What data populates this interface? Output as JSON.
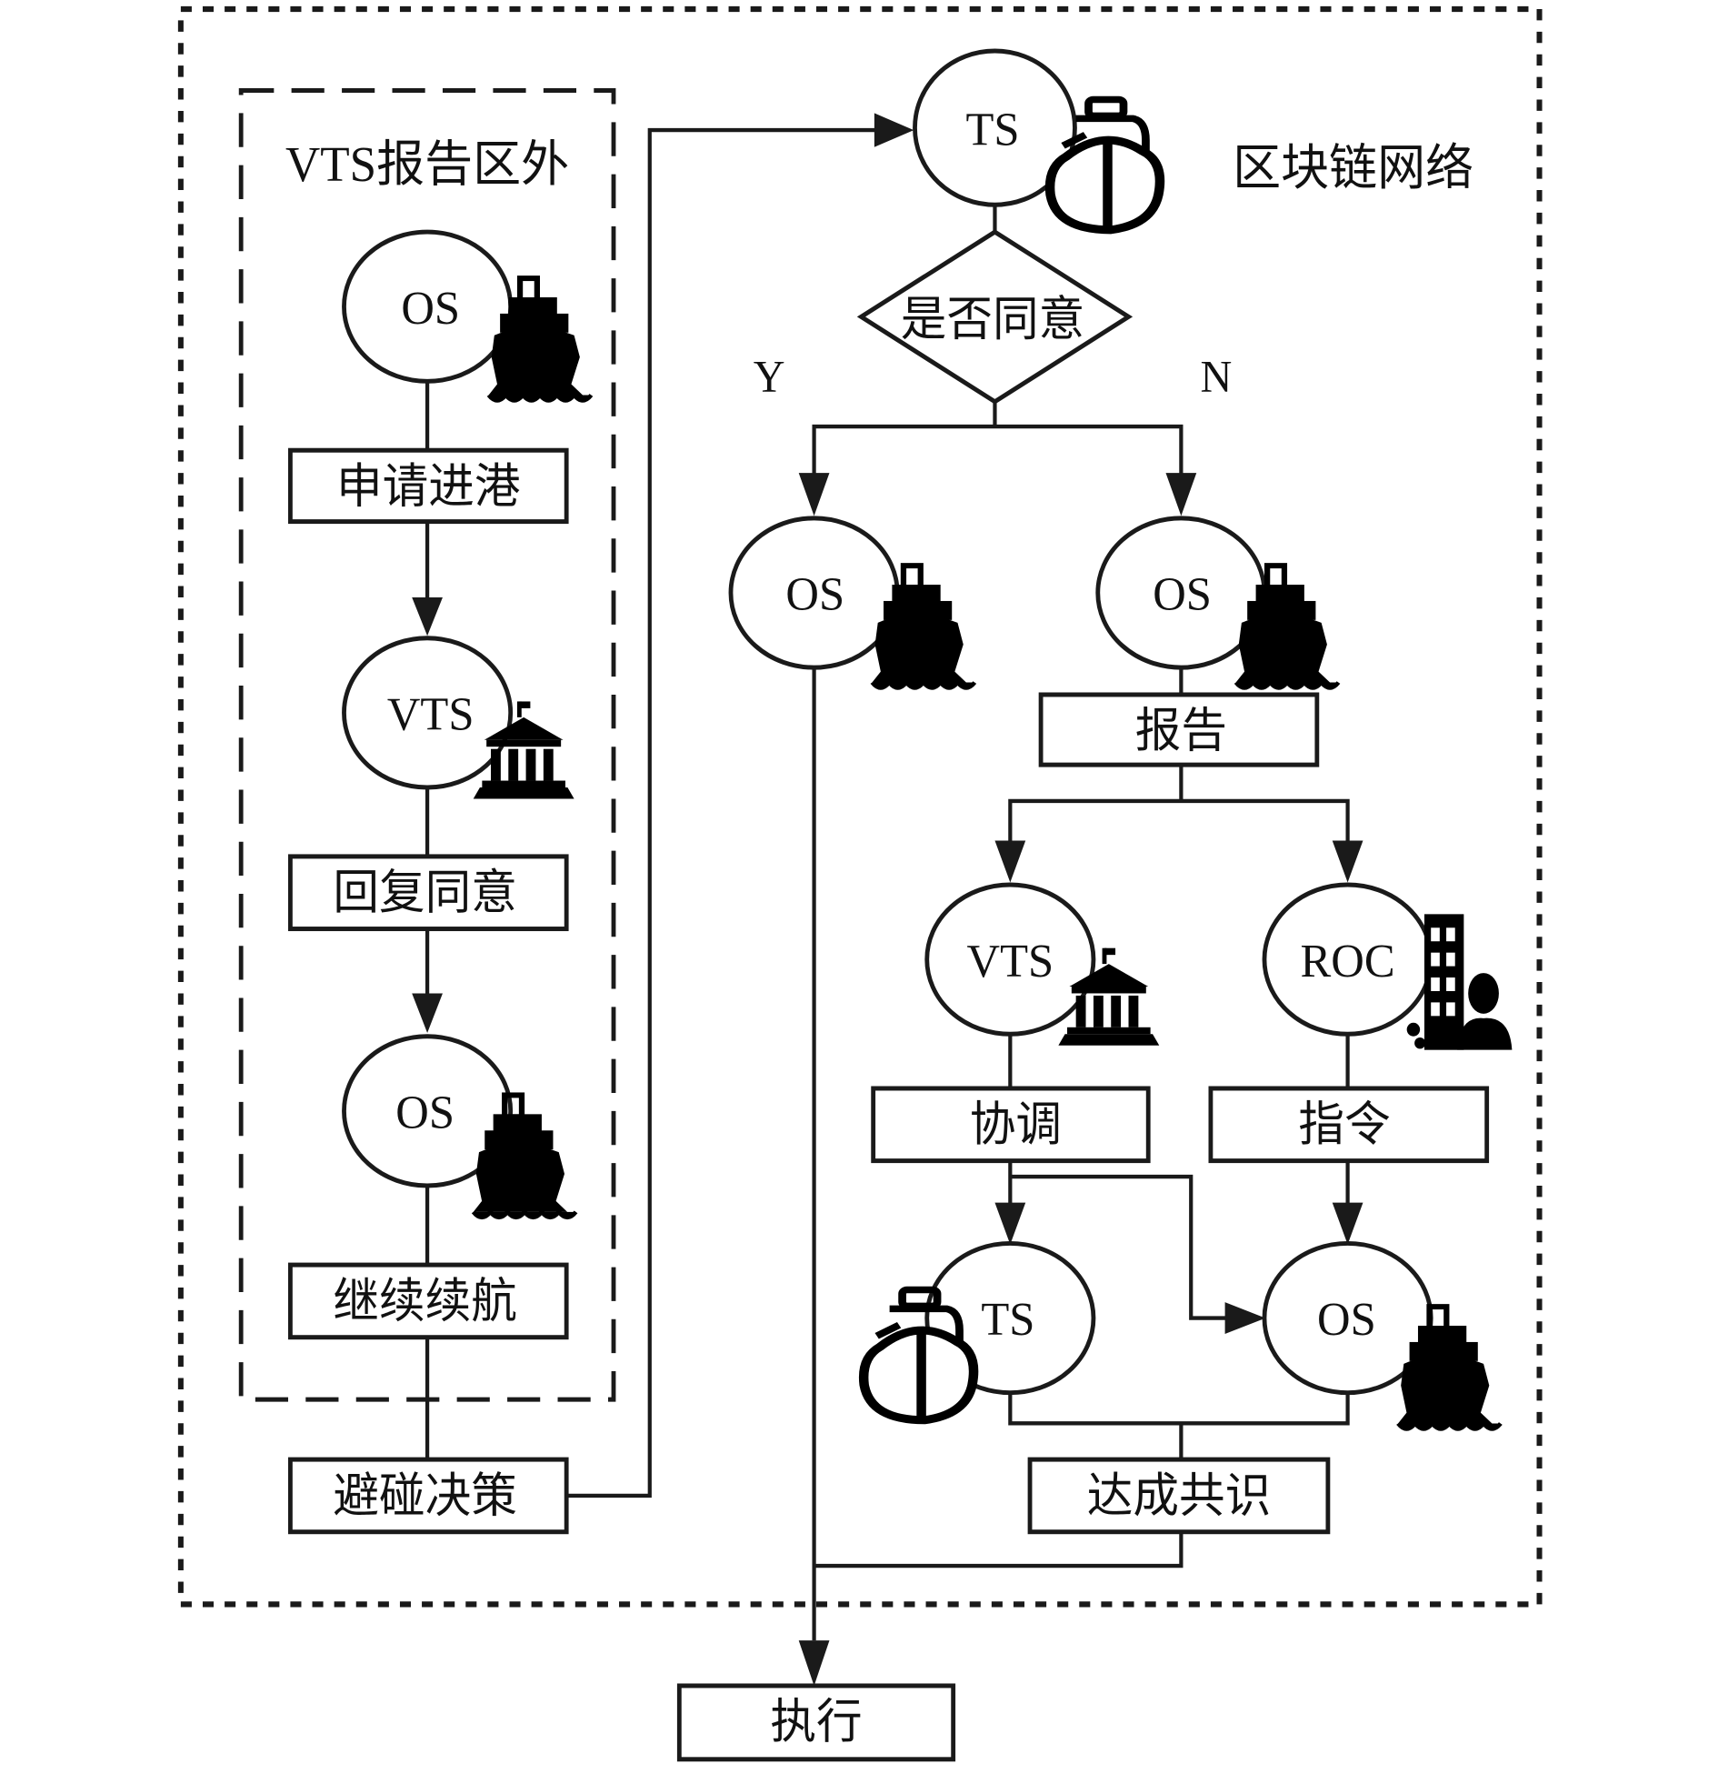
{
  "regions": {
    "blockchain_network_label": "区块链网络",
    "outside_vts_area_label": "VTS报告区外"
  },
  "left_flow": {
    "node_os_1": "OS",
    "step_apply_entry": "申请进港",
    "node_vts": "VTS",
    "step_reply_agree": "回复同意",
    "node_os_2": "OS",
    "step_continue_voyage": "继续续航",
    "step_collision_decision": "避碰决策"
  },
  "right_flow": {
    "node_ts_top": "TS",
    "decision_agree": "是否同意",
    "branch_yes": "Y",
    "branch_no": "N",
    "node_os_yes": "OS",
    "node_os_no": "OS",
    "step_report": "报告",
    "node_vts": "VTS",
    "node_roc": "ROC",
    "step_coordinate": "协调",
    "step_instruct": "指令",
    "node_ts_bottom": "TS",
    "node_os_bottom": "OS",
    "step_consensus": "达成共识",
    "step_execute": "执行"
  },
  "icons": {
    "own_ship": "ship-solid-icon",
    "target_ship": "ship-outline-icon",
    "vts_center": "government-building-icon",
    "roc_center": "office-building-person-icon"
  },
  "colors": {
    "stroke": "#1a1a1a",
    "background": "#ffffff"
  }
}
